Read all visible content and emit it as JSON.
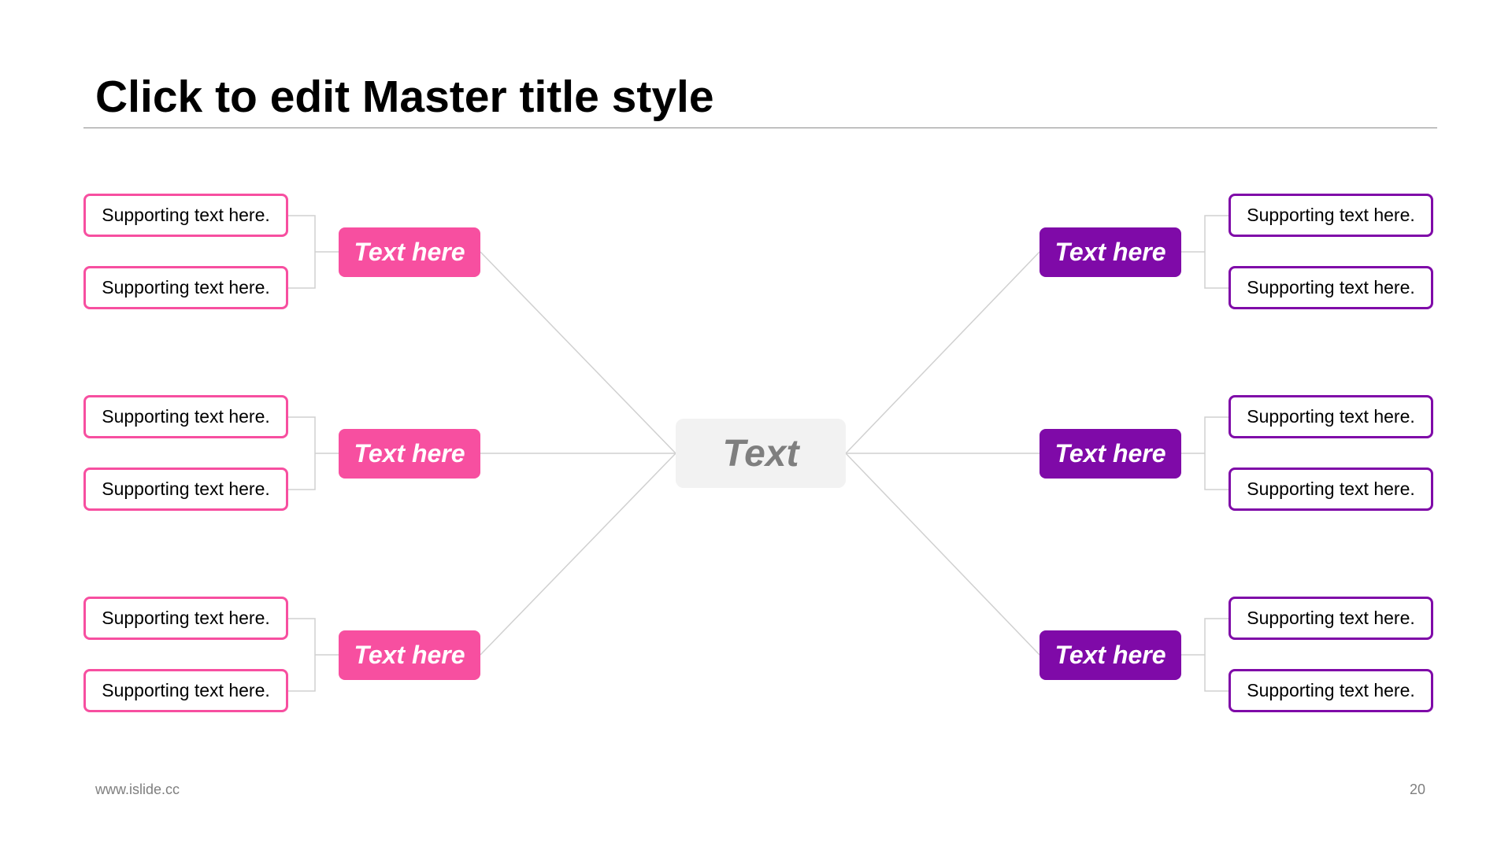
{
  "slide": {
    "title": "Click to edit Master title style",
    "footer_url": "www.islide.cc",
    "page_number": "20"
  },
  "colors": {
    "left_accent": "#f74fa0",
    "right_accent": "#7f0aa8",
    "center_fill": "#f2f2f2",
    "center_text": "#7f7f7f",
    "connector": "#d0d0d0"
  },
  "center": {
    "label": "Text"
  },
  "left_branches": [
    {
      "label": "Text here",
      "items": [
        "Supporting text here.",
        "Supporting text here."
      ]
    },
    {
      "label": "Text here",
      "items": [
        "Supporting text here.",
        "Supporting text here."
      ]
    },
    {
      "label": "Text here",
      "items": [
        "Supporting text here.",
        "Supporting text here."
      ]
    }
  ],
  "right_branches": [
    {
      "label": "Text here",
      "items": [
        "Supporting text here.",
        "Supporting text here."
      ]
    },
    {
      "label": "Text here",
      "items": [
        "Supporting text here.",
        "Supporting text here."
      ]
    },
    {
      "label": "Text here",
      "items": [
        "Supporting text here.",
        "Supporting text here."
      ]
    }
  ]
}
